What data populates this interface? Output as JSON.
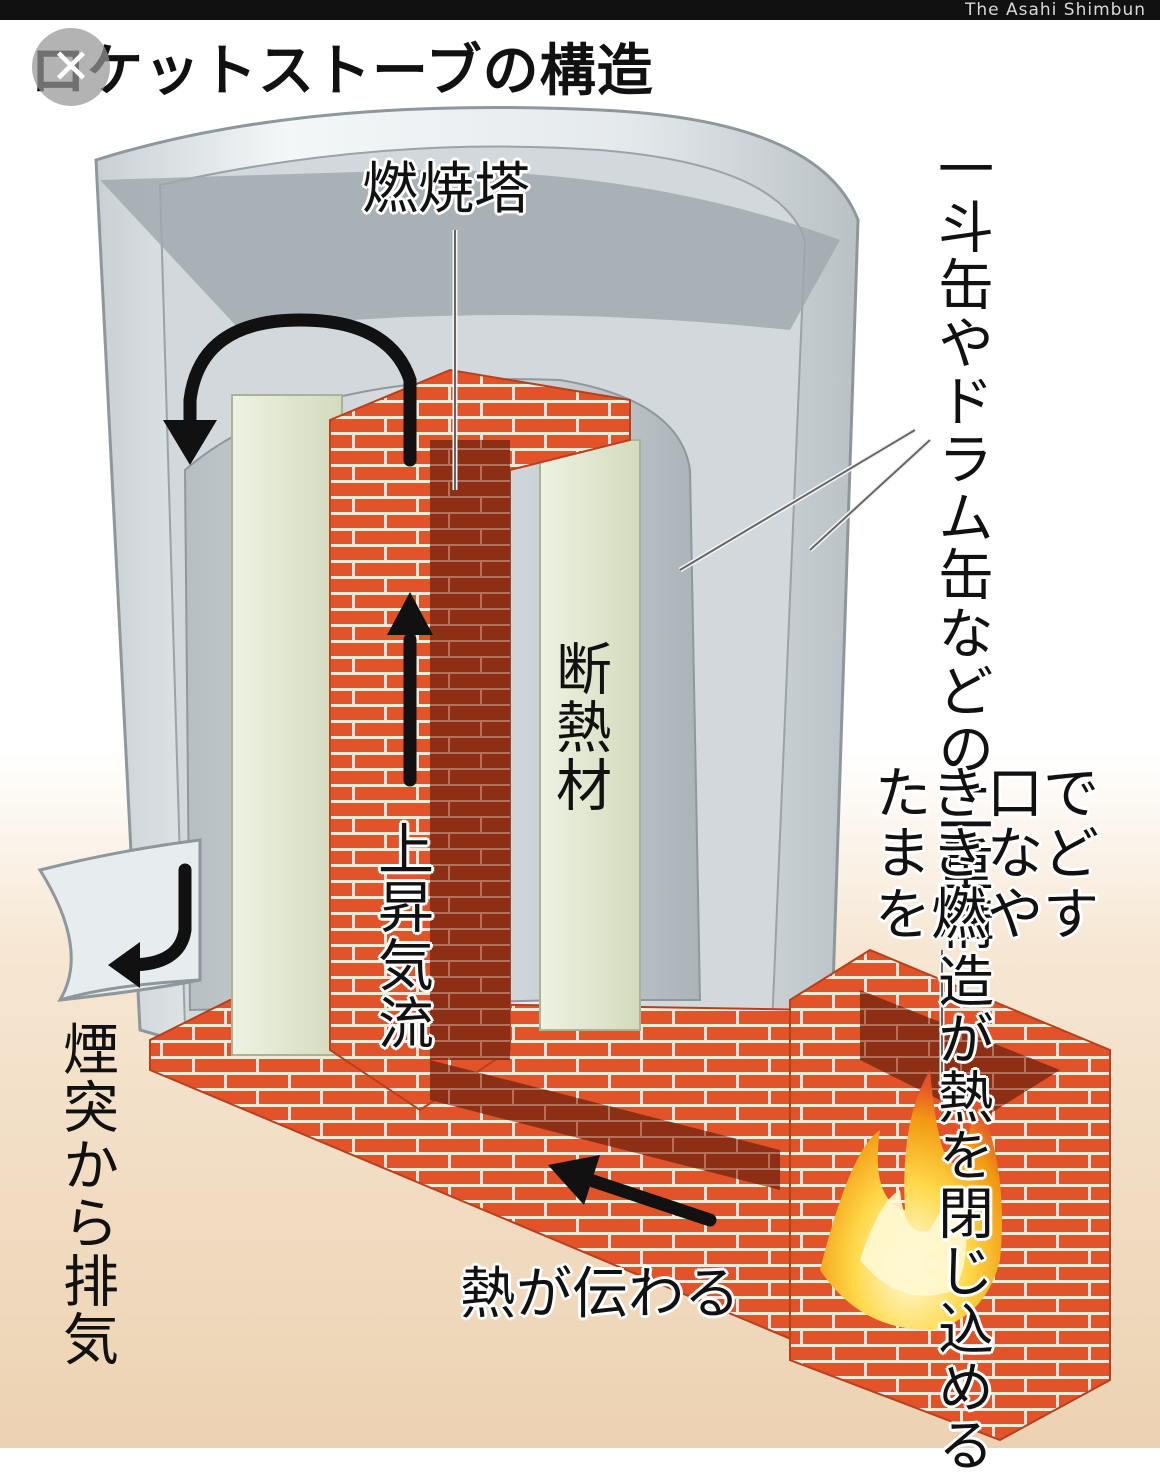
{
  "header": {
    "title": "ロケットストーブの構造",
    "credit": "The Asahi Shimbun"
  },
  "labels": {
    "combustion_tower": "燃焼塔",
    "drum_structure": "一斗缶やドラム缶などの二重構造が熱を閉じ込める",
    "insulation": "断熱材",
    "updraft": "上昇気流",
    "fuel_inlet": "たき口でまきなどを燃やす",
    "heat_transfer": "熱が伝わる",
    "chimney_exhaust": "煙突から排気"
  },
  "close_icon_glyph": "✕",
  "colors": {
    "brick": "#e2532a",
    "mortar": "#f4e9e2",
    "insulation": "#dfe6cc",
    "drum": "#e7ecef",
    "arrow": "#111111",
    "flame": "#ffb400"
  }
}
